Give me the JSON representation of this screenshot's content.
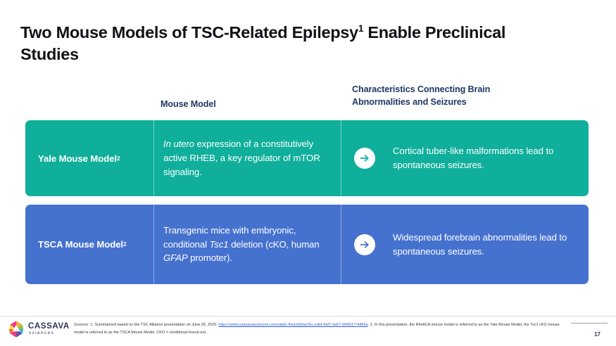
{
  "slide": {
    "title_main": "Two Mouse Models of TSC-Related Epilepsy",
    "title_sup": "1",
    "title_rest": " Enable Preclinical Studies"
  },
  "headers": {
    "model": "Mouse  Model",
    "characteristics": "Characteristics Connecting Brain Abnormalities and Seizures"
  },
  "rows": [
    {
      "id": "yale",
      "label": "Yale Mouse Model",
      "label_sup": "2",
      "desc_em1": "In utero",
      "desc_rest": " expression of a constitutively active RHEB, a key regulator of mTOR signaling.",
      "outcome": "Cortical tuber-like malformations lead to spontaneous seizures.",
      "arrow_icon": "arrow-right-icon",
      "color": "#0FAF9B"
    },
    {
      "id": "tsca",
      "label": "TSCA Mouse Model",
      "label_sup": "2",
      "desc_pre": "Transgenic mice with embryonic, conditional ",
      "desc_em1": "Tsc1",
      "desc_mid": " deletion (cKO, human ",
      "desc_em2": "GFAP",
      "desc_post": " promoter).",
      "outcome": "Widespread forebrain abnormalities lead to spontaneous seizures.",
      "arrow_icon": "arrow-right-icon",
      "color": "#4571CF"
    }
  ],
  "footer": {
    "sources_pre": "Sources: 1. Summarized based on the TSC Alliance presentation on June 26, 2025: ",
    "sources_link": "https://www.cassavasciences.com/static-files/a50aa7bc-edef-4af7-9a57-69d53774460a",
    "sources_post": ". 2. In this presentation, the RhebCA mouse model is referred to as the Yale Mouse Model, the Tsc1 cKO mouse model is referred to as the TSCA Mouse Model. CKO = conditional knock-out .",
    "logo_name": "CASSAVA",
    "logo_sub": "sciences",
    "page_number": "17"
  },
  "colors": {
    "teal": "#0FAF9B",
    "blue": "#4571CF",
    "header_navy": "#1F3864",
    "link": "#2B5BD7"
  }
}
